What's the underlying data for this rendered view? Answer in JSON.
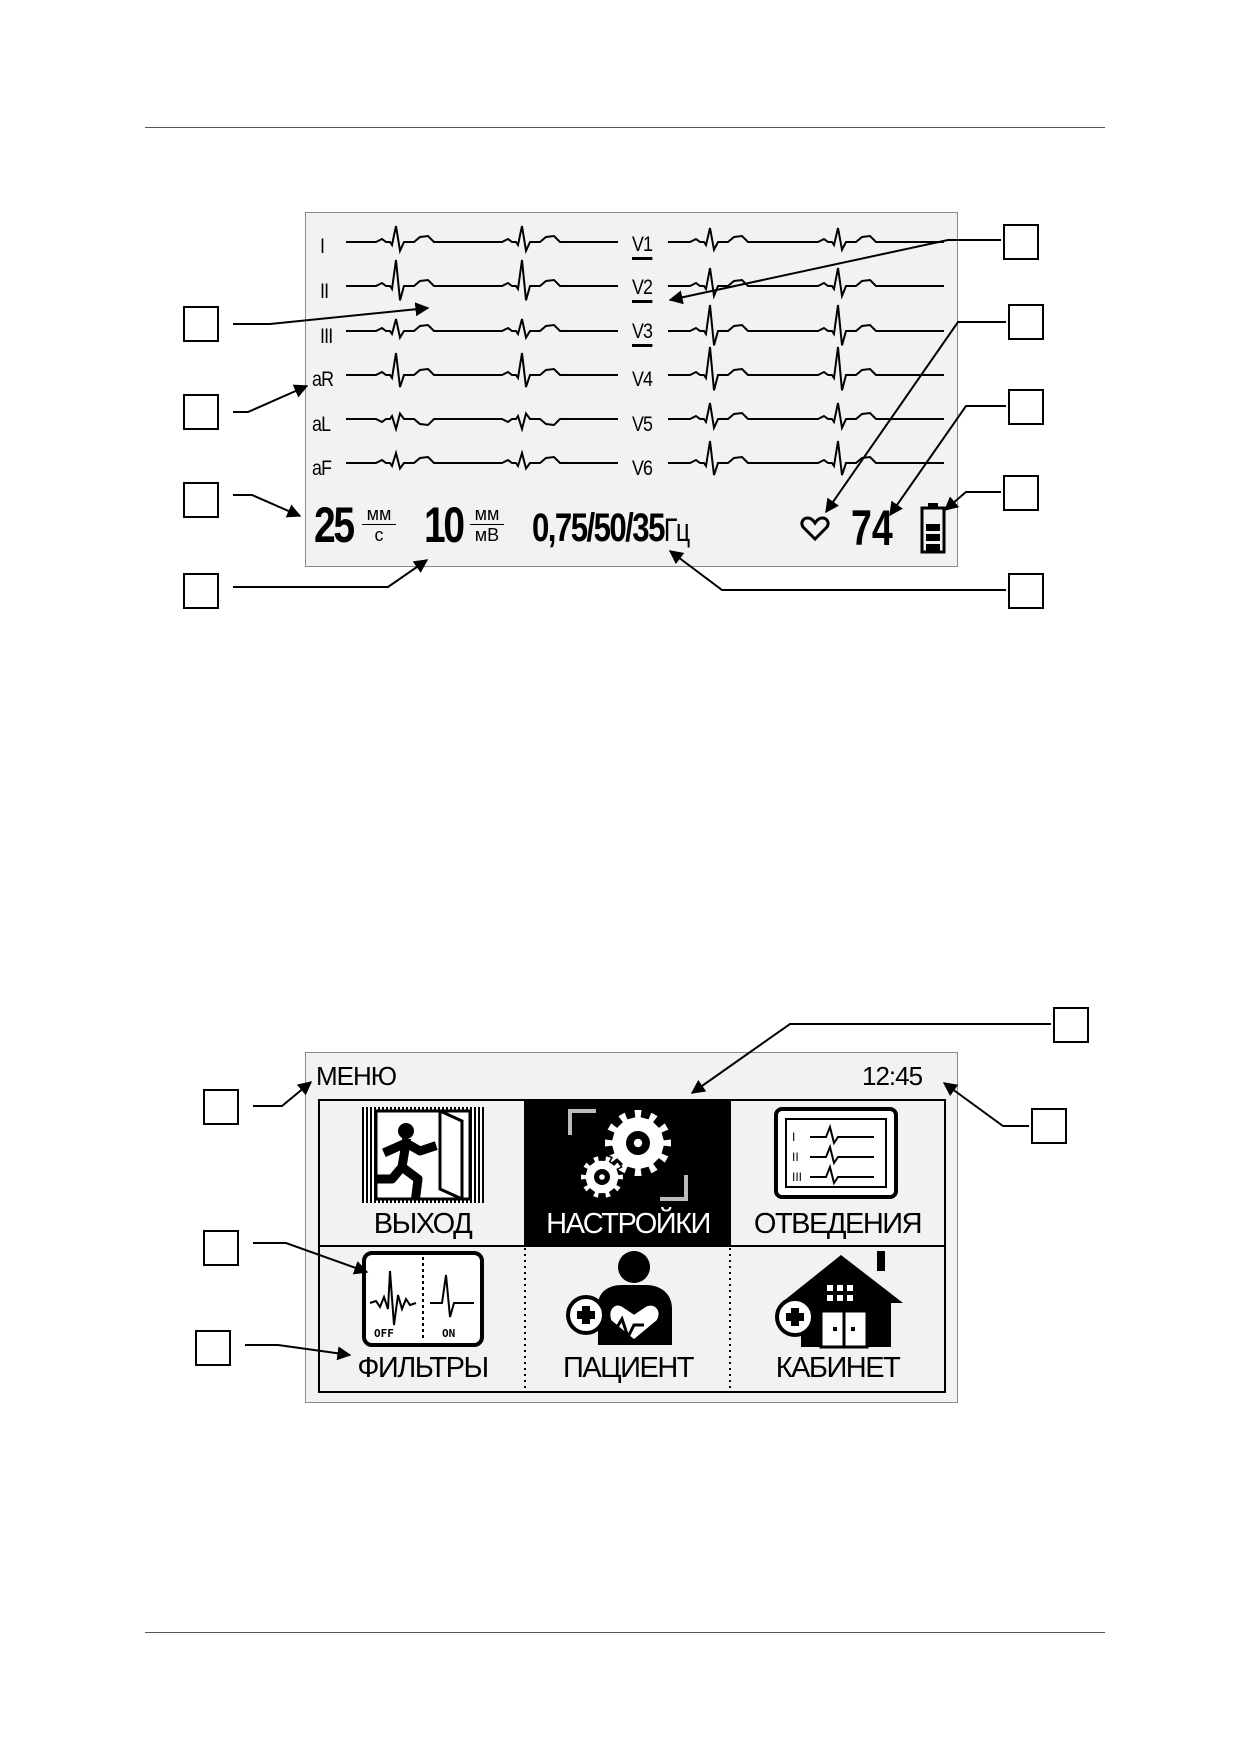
{
  "ecg_screen": {
    "leads_left": [
      "I",
      "II",
      "III",
      "aR",
      "aL",
      "aF"
    ],
    "leads_right": [
      "V1",
      "V2",
      "V3",
      "V4",
      "V5",
      "V6"
    ],
    "speed": {
      "value": "25",
      "unit_top": "мм",
      "unit_bottom": "с"
    },
    "gain": {
      "value": "10",
      "unit_top": "мм",
      "unit_bottom": "мВ"
    },
    "filters": {
      "value": "0,75/50/35",
      "unit": "Гц"
    },
    "heart_rate": "74",
    "battery_level": 0.75,
    "icons": [
      "heart-icon",
      "battery-icon"
    ]
  },
  "menu_screen": {
    "title": "МЕНЮ",
    "time": "12:45",
    "selected_tile": "НАСТРОЙКИ",
    "tiles": [
      {
        "label": "ВЫХОД",
        "icon": "exit-icon"
      },
      {
        "label": "НАСТРОЙКИ",
        "icon": "gears-icon"
      },
      {
        "label": "ОТВЕДЕНИЯ",
        "icon": "leads-icon"
      },
      {
        "label": "ФИЛЬТРЫ",
        "icon": "filter-icon",
        "icon_text_left": "OFF",
        "icon_text_right": "ON"
      },
      {
        "label": "ПАЦИЕНТ",
        "icon": "patient-icon"
      },
      {
        "label": "КАБИНЕТ",
        "icon": "cabinet-icon"
      }
    ],
    "leads_icon_text": [
      "I",
      "II",
      "III"
    ]
  },
  "colors": {
    "screen_bg": "#f2f2f2",
    "ink": "#000000",
    "selection": "#000000"
  }
}
